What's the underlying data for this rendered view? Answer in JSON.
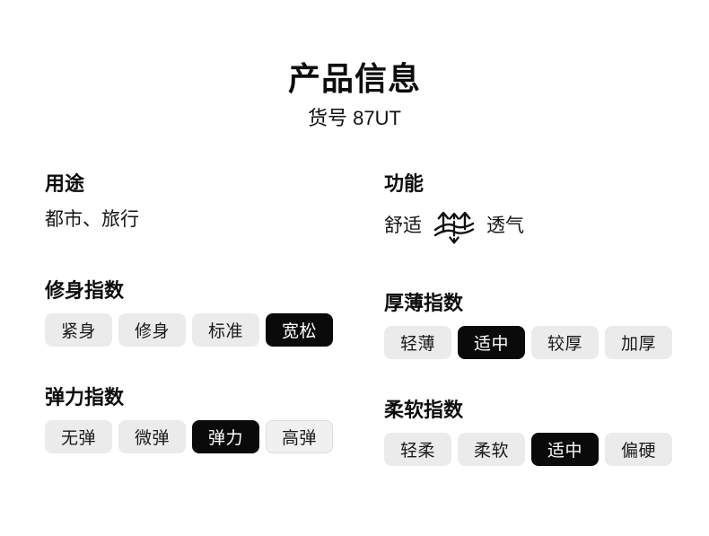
{
  "header": {
    "title": "产品信息",
    "subtitle": "货号 87UT"
  },
  "sections": {
    "usage": {
      "title": "用途",
      "value": "都市、旅行"
    },
    "function": {
      "title": "功能",
      "value_left": "舒适",
      "value_right": "透气",
      "icon": "breathable-icon"
    },
    "fit_index": {
      "title": "修身指数",
      "options": [
        "紧身",
        "修身",
        "标准",
        "宽松"
      ],
      "selected": "宽松"
    },
    "thickness_index": {
      "title": "厚薄指数",
      "options": [
        "轻薄",
        "适中",
        "较厚",
        "加厚"
      ],
      "selected": "适中"
    },
    "elasticity_index": {
      "title": "弹力指数",
      "options": [
        "无弹",
        "微弹",
        "弹力",
        "高弹"
      ],
      "selected": "弹力",
      "outlined": "高弹"
    },
    "softness_index": {
      "title": "柔软指数",
      "options": [
        "轻柔",
        "柔软",
        "适中",
        "偏硬"
      ],
      "selected": "适中"
    }
  },
  "colors": {
    "background": "#ffffff",
    "text": "#111111",
    "pill_background": "#ebebeb",
    "pill_selected_background": "#0a0a0a",
    "pill_selected_text": "#ffffff",
    "pill_outline_border": "#dcdcdc"
  }
}
